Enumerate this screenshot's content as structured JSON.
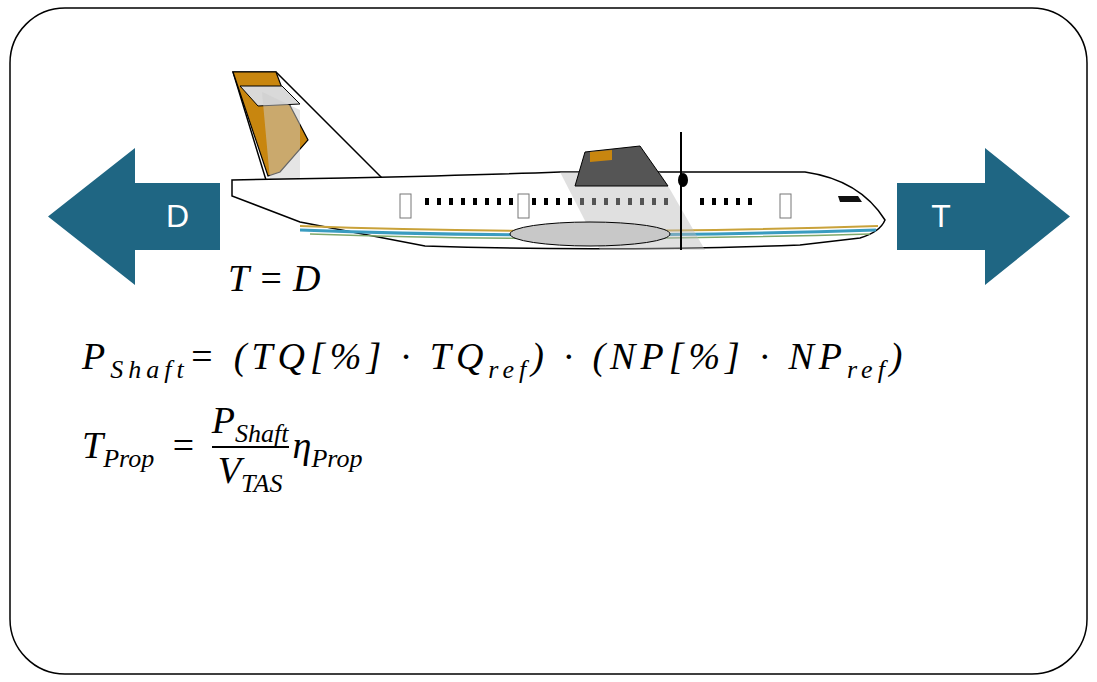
{
  "diagram": {
    "nodes": [
      {
        "text": [
          "D"
        ]
      },
      {
        "text": [
          "T"
        ]
      }
    ],
    "labels": [
      "T = D",
      "P",
      "Shaft",
      "= (TQ[%] · TQ",
      "ref",
      ") · (NP[%] · NP",
      "ref",
      ")",
      "T",
      "Prop",
      "=",
      "P",
      "Shaft",
      "V",
      "TAS",
      "η",
      "Prop"
    ]
  }
}
